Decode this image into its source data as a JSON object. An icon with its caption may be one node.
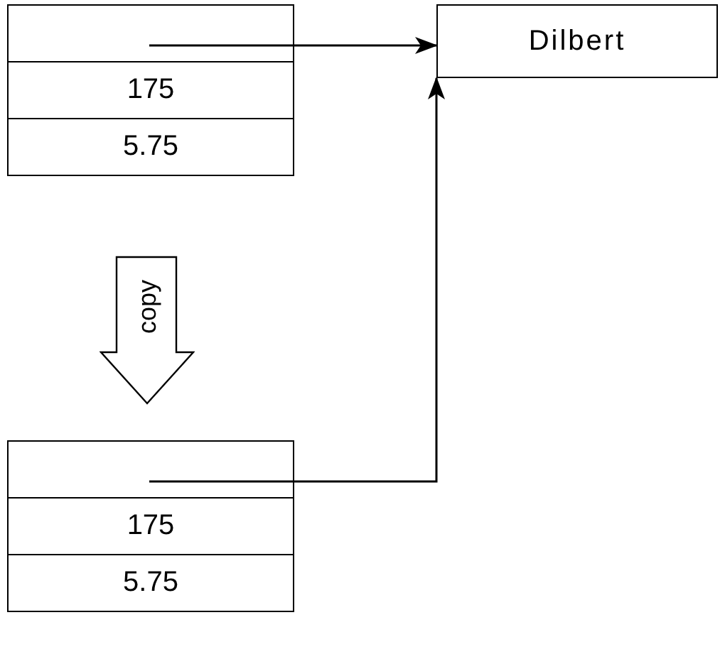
{
  "diagram": {
    "nodes": [
      {
        "text": [],
        "shape": "box"
      },
      {
        "text": [
          "175"
        ]
      },
      {
        "text": [
          "5.75"
        ]
      },
      {
        "text": [
          "Dilbert"
        ]
      },
      {
        "text": [
          "copy"
        ]
      },
      {
        "text": [],
        "shape": "box"
      },
      {
        "text": [
          "175"
        ]
      },
      {
        "text": [
          "5.75"
        ]
      }
    ],
    "edges": [
      {
        "from": 0,
        "to": 3,
        "arrow": "to"
      },
      {
        "from": 5,
        "to": 3,
        "arrow": "to"
      }
    ]
  }
}
